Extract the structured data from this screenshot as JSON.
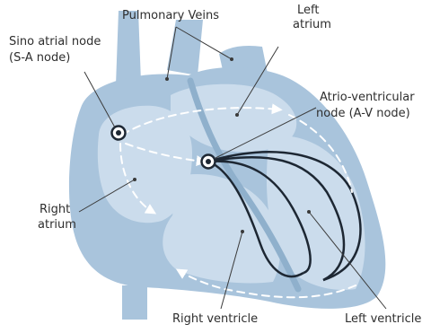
{
  "labels": {
    "pulmonary_veins": "Pulmonary Veins",
    "left_atrium": [
      "Left",
      "atrium"
    ],
    "sa_node": [
      "Sino atrial node",
      "(S-A node)"
    ],
    "av_node": [
      "Atrio-ventricular",
      "node (A-V node)"
    ],
    "right_atrium": [
      "Right",
      "atrium"
    ],
    "right_ventricle": "Right ventricle",
    "left_ventricle": "Left ventricle"
  },
  "colors": {
    "outer_tissue": "#a9c4dc",
    "chamber_fill": "#cbdcec",
    "septum": "#8fb0cc",
    "conduction_path": "#1d2733",
    "impulse_arrows": "#ffffff",
    "label_text": "#2e2e2e"
  }
}
